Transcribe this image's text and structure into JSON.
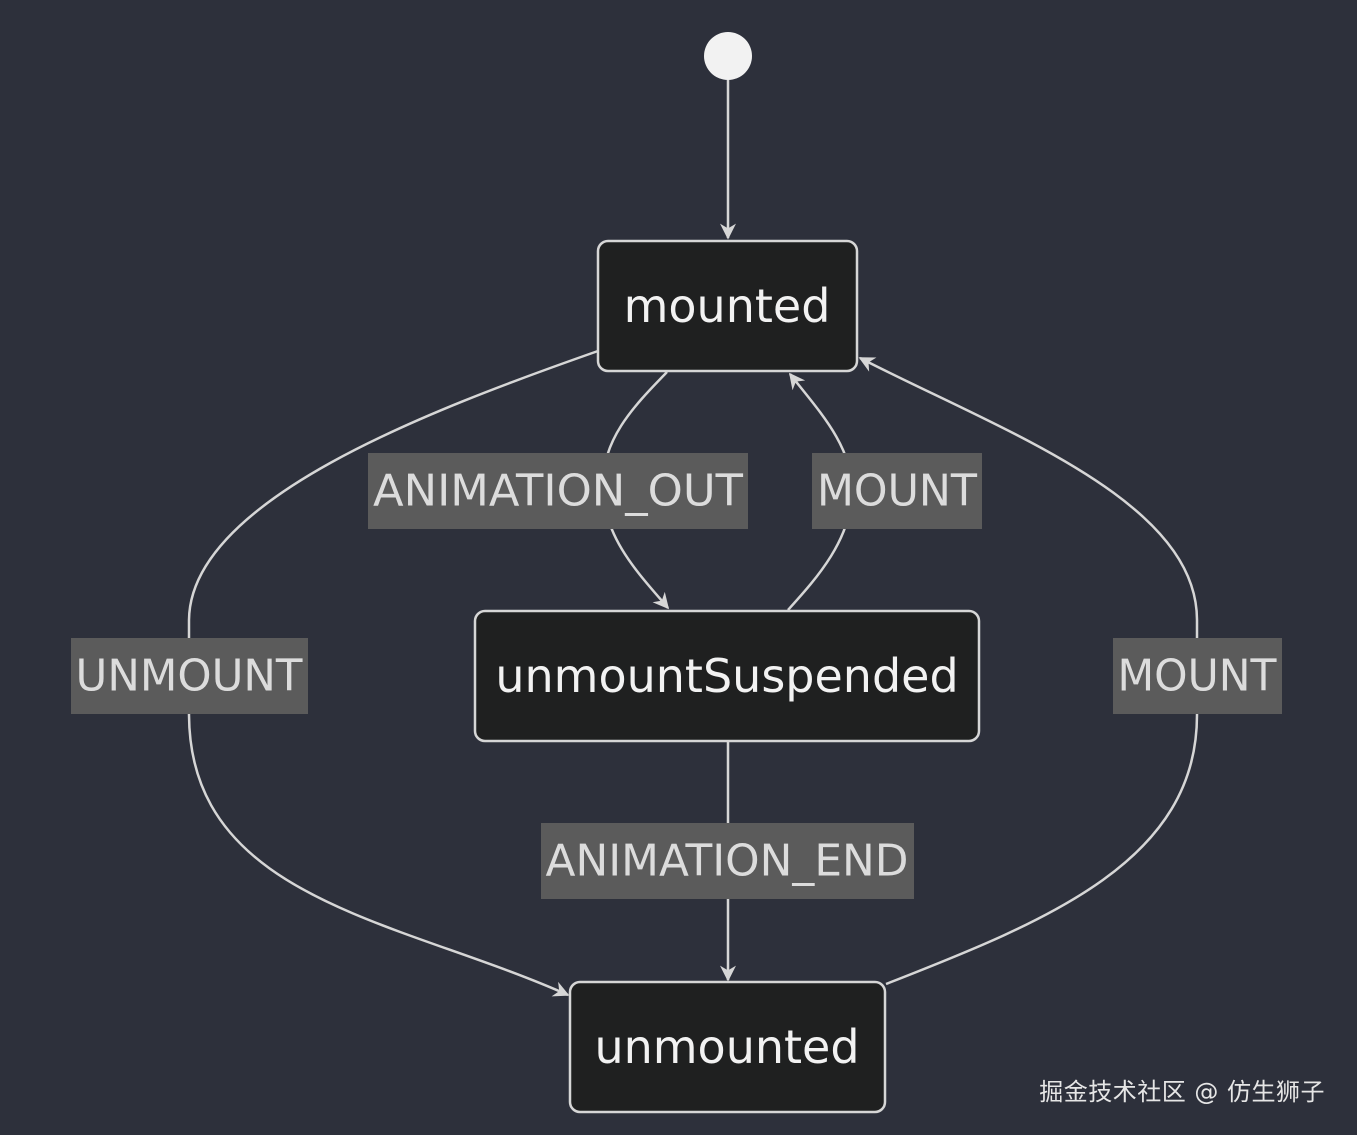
{
  "diagram": {
    "type": "state-diagram",
    "states": {
      "mounted": "mounted",
      "unmount_suspended": "unmountSuspended",
      "unmounted": "unmounted"
    },
    "transitions": [
      {
        "from": "start",
        "to": "mounted",
        "label": ""
      },
      {
        "from": "mounted",
        "to": "unmountSuspended",
        "label": "ANIMATION_OUT"
      },
      {
        "from": "unmountSuspended",
        "to": "mounted",
        "label": "MOUNT"
      },
      {
        "from": "mounted",
        "to": "unmounted",
        "label": "UNMOUNT"
      },
      {
        "from": "unmounted",
        "to": "mounted",
        "label": "MOUNT"
      },
      {
        "from": "unmountSuspended",
        "to": "unmounted",
        "label": "ANIMATION_END"
      }
    ],
    "colors": {
      "background": "#2d303b",
      "node_fill": "#1f2020",
      "node_stroke": "#d6d6d6",
      "edge": "#d6d6d6",
      "label_bg": "#5b5b5b",
      "start_dot": "#f2f2f2"
    }
  },
  "watermark": "掘金技术社区 @ 仿生狮子"
}
